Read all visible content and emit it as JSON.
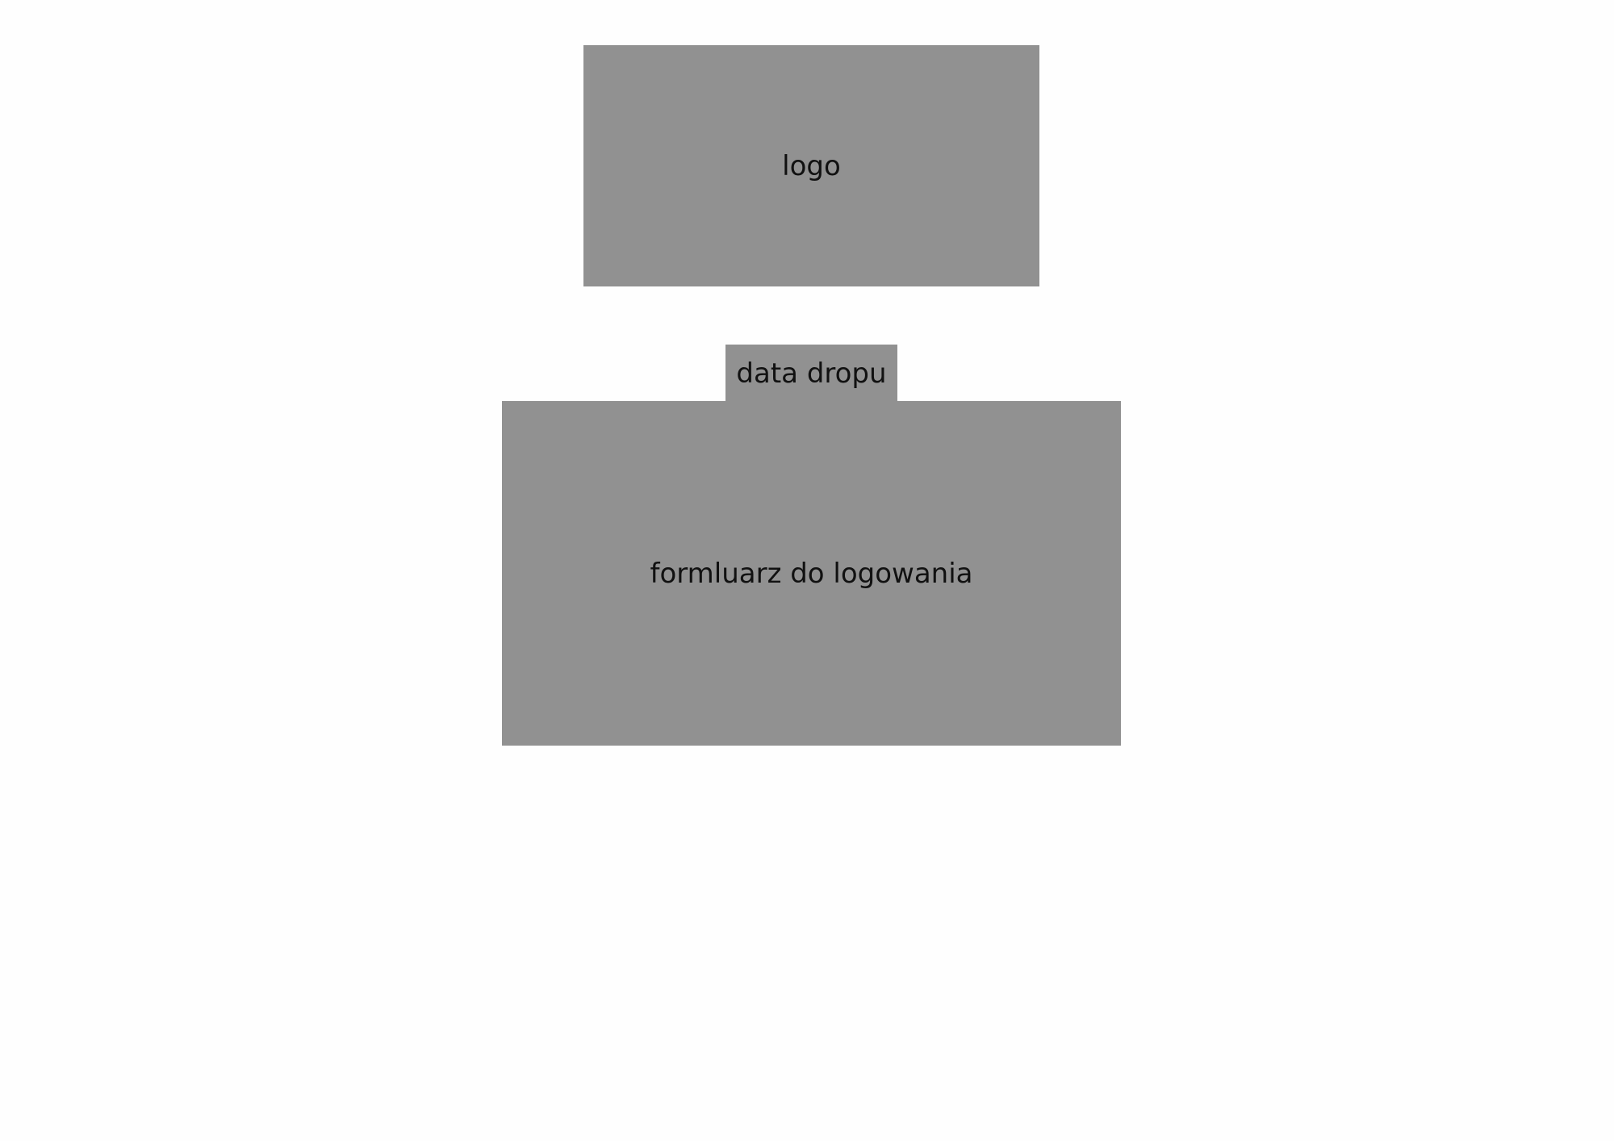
{
  "colors": {
    "page_background": "#fefefe",
    "placeholder_fill": "#919191",
    "text": "#111111"
  },
  "logo": {
    "label": "logo"
  },
  "drop_date": {
    "label": "data dropu"
  },
  "login_form": {
    "label": "formluarz do logowania"
  }
}
